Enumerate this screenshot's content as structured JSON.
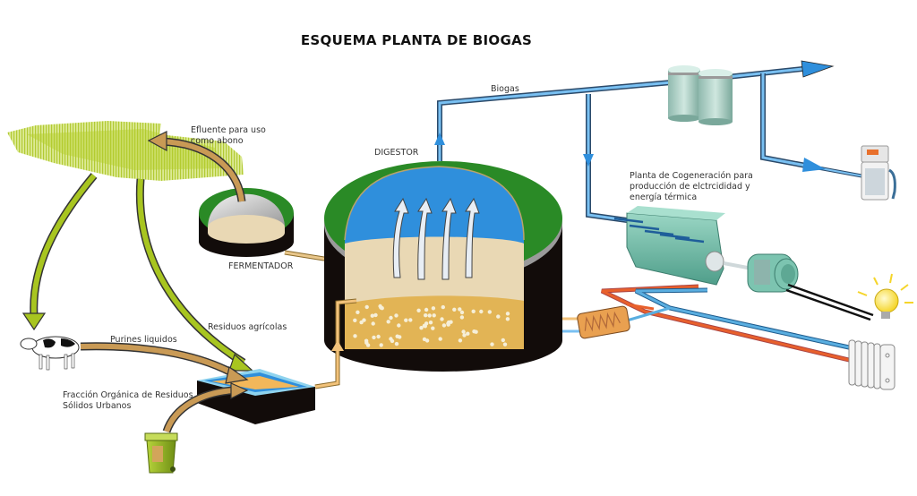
{
  "title": "ESQUEMA PLANTA DE BIOGAS",
  "labels": {
    "effluent_line1": "Efluente para uso",
    "effluent_line2": "como abono",
    "digestor": "DIGESTOR",
    "biogas": "Biogas",
    "cogeneration_line1": "Planta de Cogeneración para",
    "cogeneration_line2": "producción de elctrcididad y",
    "cogeneration_line3": "energía térmica",
    "fermentador": "FERMENTADOR",
    "residuos_agricolas": "Residuos agrícolas",
    "purines": "Purines liquidos",
    "fraccion_line1": "Fracción Orgánica de Residuos",
    "fraccion_line2": "Sólidos Urbanos"
  },
  "colors": {
    "biogas_pipe": "#3a8fde",
    "hot_pipe": "#e8602c",
    "cold_pipe": "#3d8ecf",
    "green_flow": "#a8c520",
    "brown_flow": "#c99a55",
    "digestor_roof": "#2a8a26",
    "gas_space": "#2f8fdc",
    "substrate": "#e9d8b4",
    "sludge": "#e2b455",
    "tank_body": "#120c0a",
    "equipment": "#7cc4b0"
  }
}
